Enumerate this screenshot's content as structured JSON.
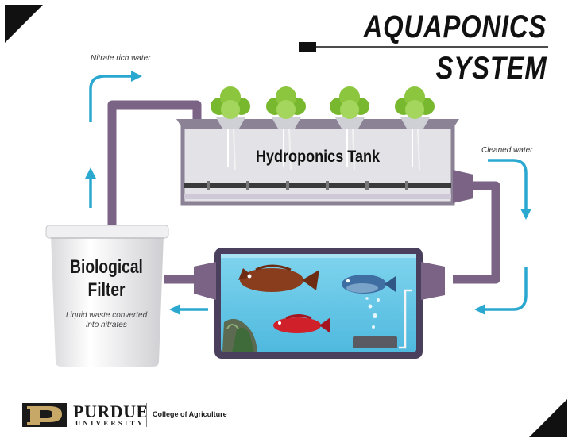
{
  "title": {
    "line1": "AQUAPONICS",
    "line2": "SYSTEM"
  },
  "annotations": {
    "nitrate_water": "Nitrate rich water",
    "cleaned_water": "Cleaned water"
  },
  "hydroponics_tank": {
    "label": "Hydroponics Tank"
  },
  "biological_filter": {
    "title_line1": "Biological",
    "title_line2": "Filter",
    "description": "Liquid waste converted into nitrates"
  },
  "footer": {
    "logo_name": "PURDUE",
    "logo_sub": "UNIVERSITY.",
    "college": "College of Agriculture"
  },
  "colors": {
    "pipe": "#7a6384",
    "arrow": "#2aa8cf",
    "tank_frame": "#8c8296",
    "tank_body": "#e3e3e7",
    "aquarium_water": "#65c9e8",
    "lettuce": "#8cc63f",
    "purdue_gold": "#c8a866"
  }
}
